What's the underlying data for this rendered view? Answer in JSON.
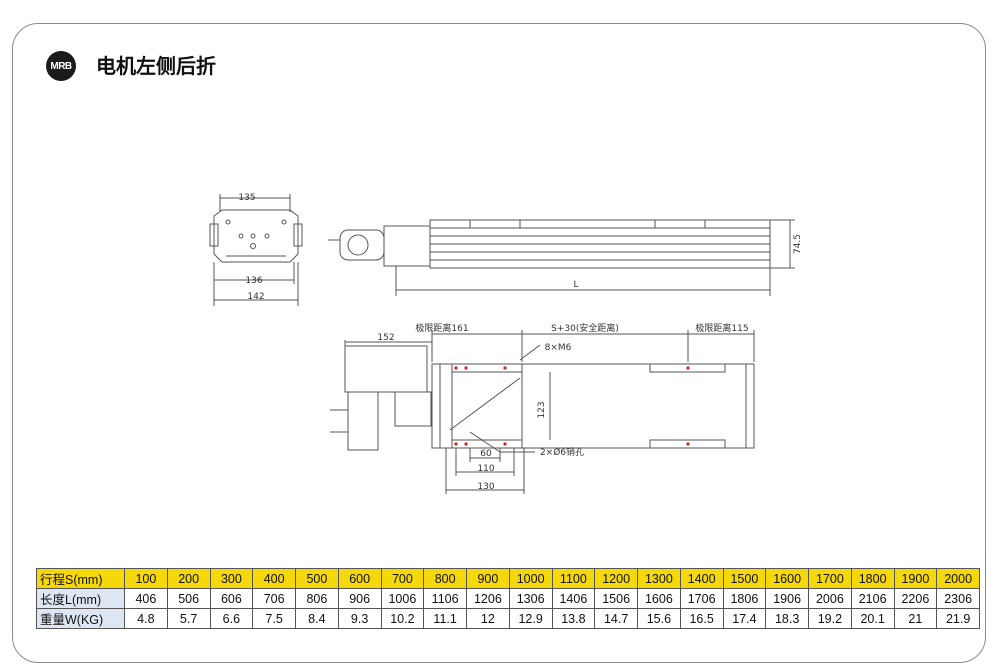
{
  "header": {
    "logo_text": "MRB",
    "title": "电机左侧后折"
  },
  "drawing": {
    "dim_135": "135",
    "dim_136": "136",
    "dim_142": "142",
    "dim_L": "L",
    "dim_74_5": "74.5",
    "dim_152": "152",
    "limit_left": "极限距离161",
    "stroke_label": "S+30(安全距离)",
    "limit_right": "极限距离115",
    "screws": "8×M6",
    "dim_123": "123",
    "pin_holes": "2×Ø6销孔",
    "dim_60": "60",
    "dim_110": "110",
    "dim_130": "130"
  },
  "spec_table": {
    "rows": [
      {
        "label": "行程S(mm)",
        "values": [
          "100",
          "200",
          "300",
          "400",
          "500",
          "600",
          "700",
          "800",
          "900",
          "1000",
          "1100",
          "1200",
          "1300",
          "1400",
          "1500",
          "1600",
          "1700",
          "1800",
          "1900",
          "2000"
        ]
      },
      {
        "label": "长度L(mm)",
        "values": [
          "406",
          "506",
          "606",
          "706",
          "806",
          "906",
          "1006",
          "1106",
          "1206",
          "1306",
          "1406",
          "1506",
          "1606",
          "1706",
          "1806",
          "1906",
          "2006",
          "2106",
          "2206",
          "2306"
        ]
      },
      {
        "label": "重量W(KG)",
        "values": [
          "4.8",
          "5.7",
          "6.6",
          "7.5",
          "8.4",
          "9.3",
          "10.2",
          "11.1",
          "12",
          "12.9",
          "13.8",
          "14.7",
          "15.6",
          "16.5",
          "17.4",
          "18.3",
          "19.2",
          "20.1",
          "21",
          "21.9"
        ]
      }
    ]
  },
  "colors": {
    "header_row": "#f5d80a",
    "label_cell": "#dde6f2",
    "border": "#8a8a8a"
  }
}
